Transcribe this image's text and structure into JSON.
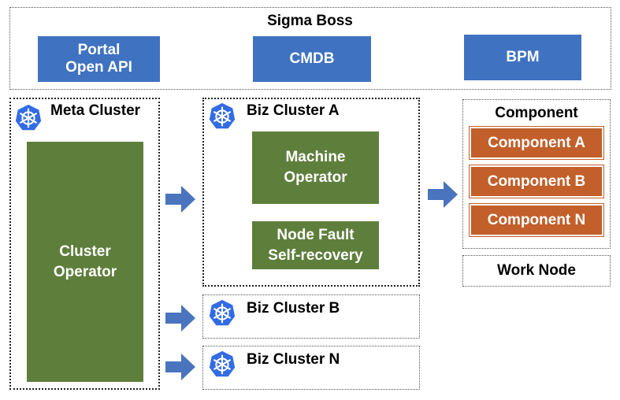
{
  "sigma_boss": {
    "title": "Sigma Boss",
    "boxes": [
      {
        "lines": [
          "Portal",
          "Open API"
        ]
      },
      {
        "lines": [
          "CMDB"
        ]
      },
      {
        "lines": [
          "BPM"
        ]
      }
    ]
  },
  "meta_cluster": {
    "title": "Meta Cluster",
    "operator_lines": [
      "Cluster",
      "Operator"
    ]
  },
  "biz_cluster_a": {
    "title": "Biz Cluster A",
    "machine_operator_lines": [
      "Machine",
      "Operator"
    ],
    "node_fault_lines": [
      "Node Fault",
      "Self-recovery"
    ]
  },
  "biz_cluster_b": {
    "title": "Biz Cluster B"
  },
  "biz_cluster_n": {
    "title": "Biz Cluster N"
  },
  "component_panel": {
    "title": "Component",
    "items": [
      "Component A",
      "Component B",
      "Component N"
    ]
  },
  "work_node": {
    "title": "Work Node"
  },
  "colors": {
    "blue": "#3f72c1",
    "green": "#5e7f3c",
    "orange": "#c25f2a",
    "k8s_blue": "#326ce5"
  },
  "icons": {
    "cluster": "kubernetes-helm-icon",
    "flow": "arrow-right-icon"
  }
}
